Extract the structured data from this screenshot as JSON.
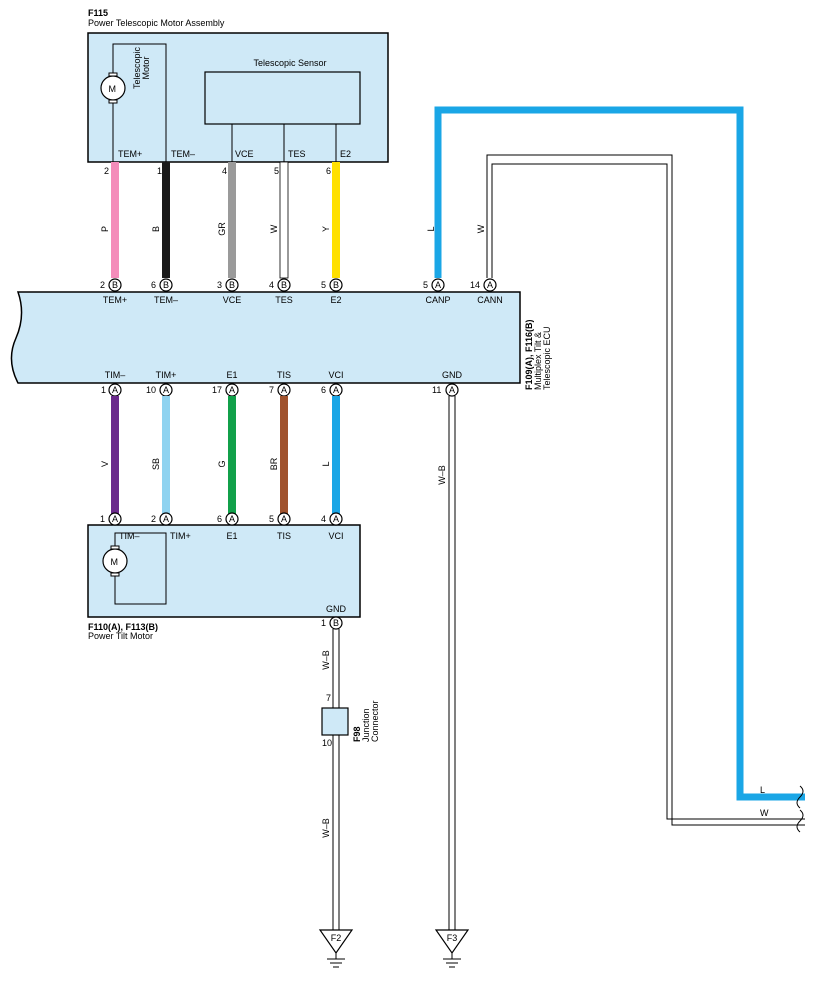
{
  "components": {
    "f115": {
      "code": "F115",
      "name": "Power Telescopic Motor Assembly",
      "sensor_label": "Telescopic Sensor",
      "motor_label_1": "Telescopic",
      "motor_label_2": "Motor",
      "motor_symbol": "M",
      "terminals": [
        "TEM+",
        "TEM–",
        "VCE",
        "TES",
        "E2"
      ],
      "pins": [
        "2",
        "1",
        "4",
        "5",
        "6"
      ]
    },
    "ecu": {
      "code": "F109(A), F116(B)",
      "name_1": "Multiplex Tilt &",
      "name_2": "Telescopic ECU",
      "top_terminals": [
        "TEM+",
        "TEM–",
        "VCE",
        "TES",
        "E2",
        "CANP",
        "CANN"
      ],
      "top_pins": [
        "2",
        "6",
        "3",
        "4",
        "5",
        "5",
        "14"
      ],
      "top_conn": [
        "B",
        "B",
        "B",
        "B",
        "B",
        "A",
        "A"
      ],
      "bottom_terminals": [
        "TIM–",
        "TIM+",
        "E1",
        "TIS",
        "VCI",
        "GND"
      ],
      "bottom_pins": [
        "1",
        "10",
        "17",
        "7",
        "6",
        "11"
      ],
      "bottom_conn": [
        "A",
        "A",
        "A",
        "A",
        "A",
        "A"
      ]
    },
    "tilt_motor": {
      "code": "F110(A), F113(B)",
      "name": "Power Tilt Motor",
      "motor_symbol": "M",
      "terminals": [
        "TIM–",
        "TIM+",
        "E1",
        "TIS",
        "VCI",
        "GND"
      ],
      "pins": [
        "1",
        "2",
        "6",
        "5",
        "4",
        "1"
      ],
      "conn": [
        "A",
        "A",
        "A",
        "A",
        "A",
        "B"
      ]
    },
    "junction": {
      "code": "F98",
      "name_1": "Junction",
      "name_2": "Connector",
      "pin_in": "7",
      "pin_out": "10"
    }
  },
  "wires": {
    "upper": [
      {
        "color_code": "P",
        "hex": "#f48cba"
      },
      {
        "color_code": "B",
        "hex": "#1a1a1a"
      },
      {
        "color_code": "GR",
        "hex": "#9a9a9a"
      },
      {
        "color_code": "W",
        "hex": "#ffffff"
      },
      {
        "color_code": "Y",
        "hex": "#ffe000"
      }
    ],
    "can": [
      {
        "color_code": "L",
        "hex": "#1aa6e6"
      },
      {
        "color_code": "W",
        "hex": "#ffffff"
      }
    ],
    "lower": [
      {
        "color_code": "V",
        "hex": "#6b2a8c"
      },
      {
        "color_code": "SB",
        "hex": "#8fd3f0"
      },
      {
        "color_code": "G",
        "hex": "#11a04a"
      },
      {
        "color_code": "BR",
        "hex": "#a0522d"
      },
      {
        "color_code": "L",
        "hex": "#1aa6e6"
      },
      {
        "color_code": "W–B",
        "hex": "#ffffff"
      }
    ],
    "ground_1": "W–B",
    "ground_2": "W–B",
    "right_l": "L",
    "right_w": "W"
  },
  "grounds": [
    "F2",
    "F3"
  ]
}
